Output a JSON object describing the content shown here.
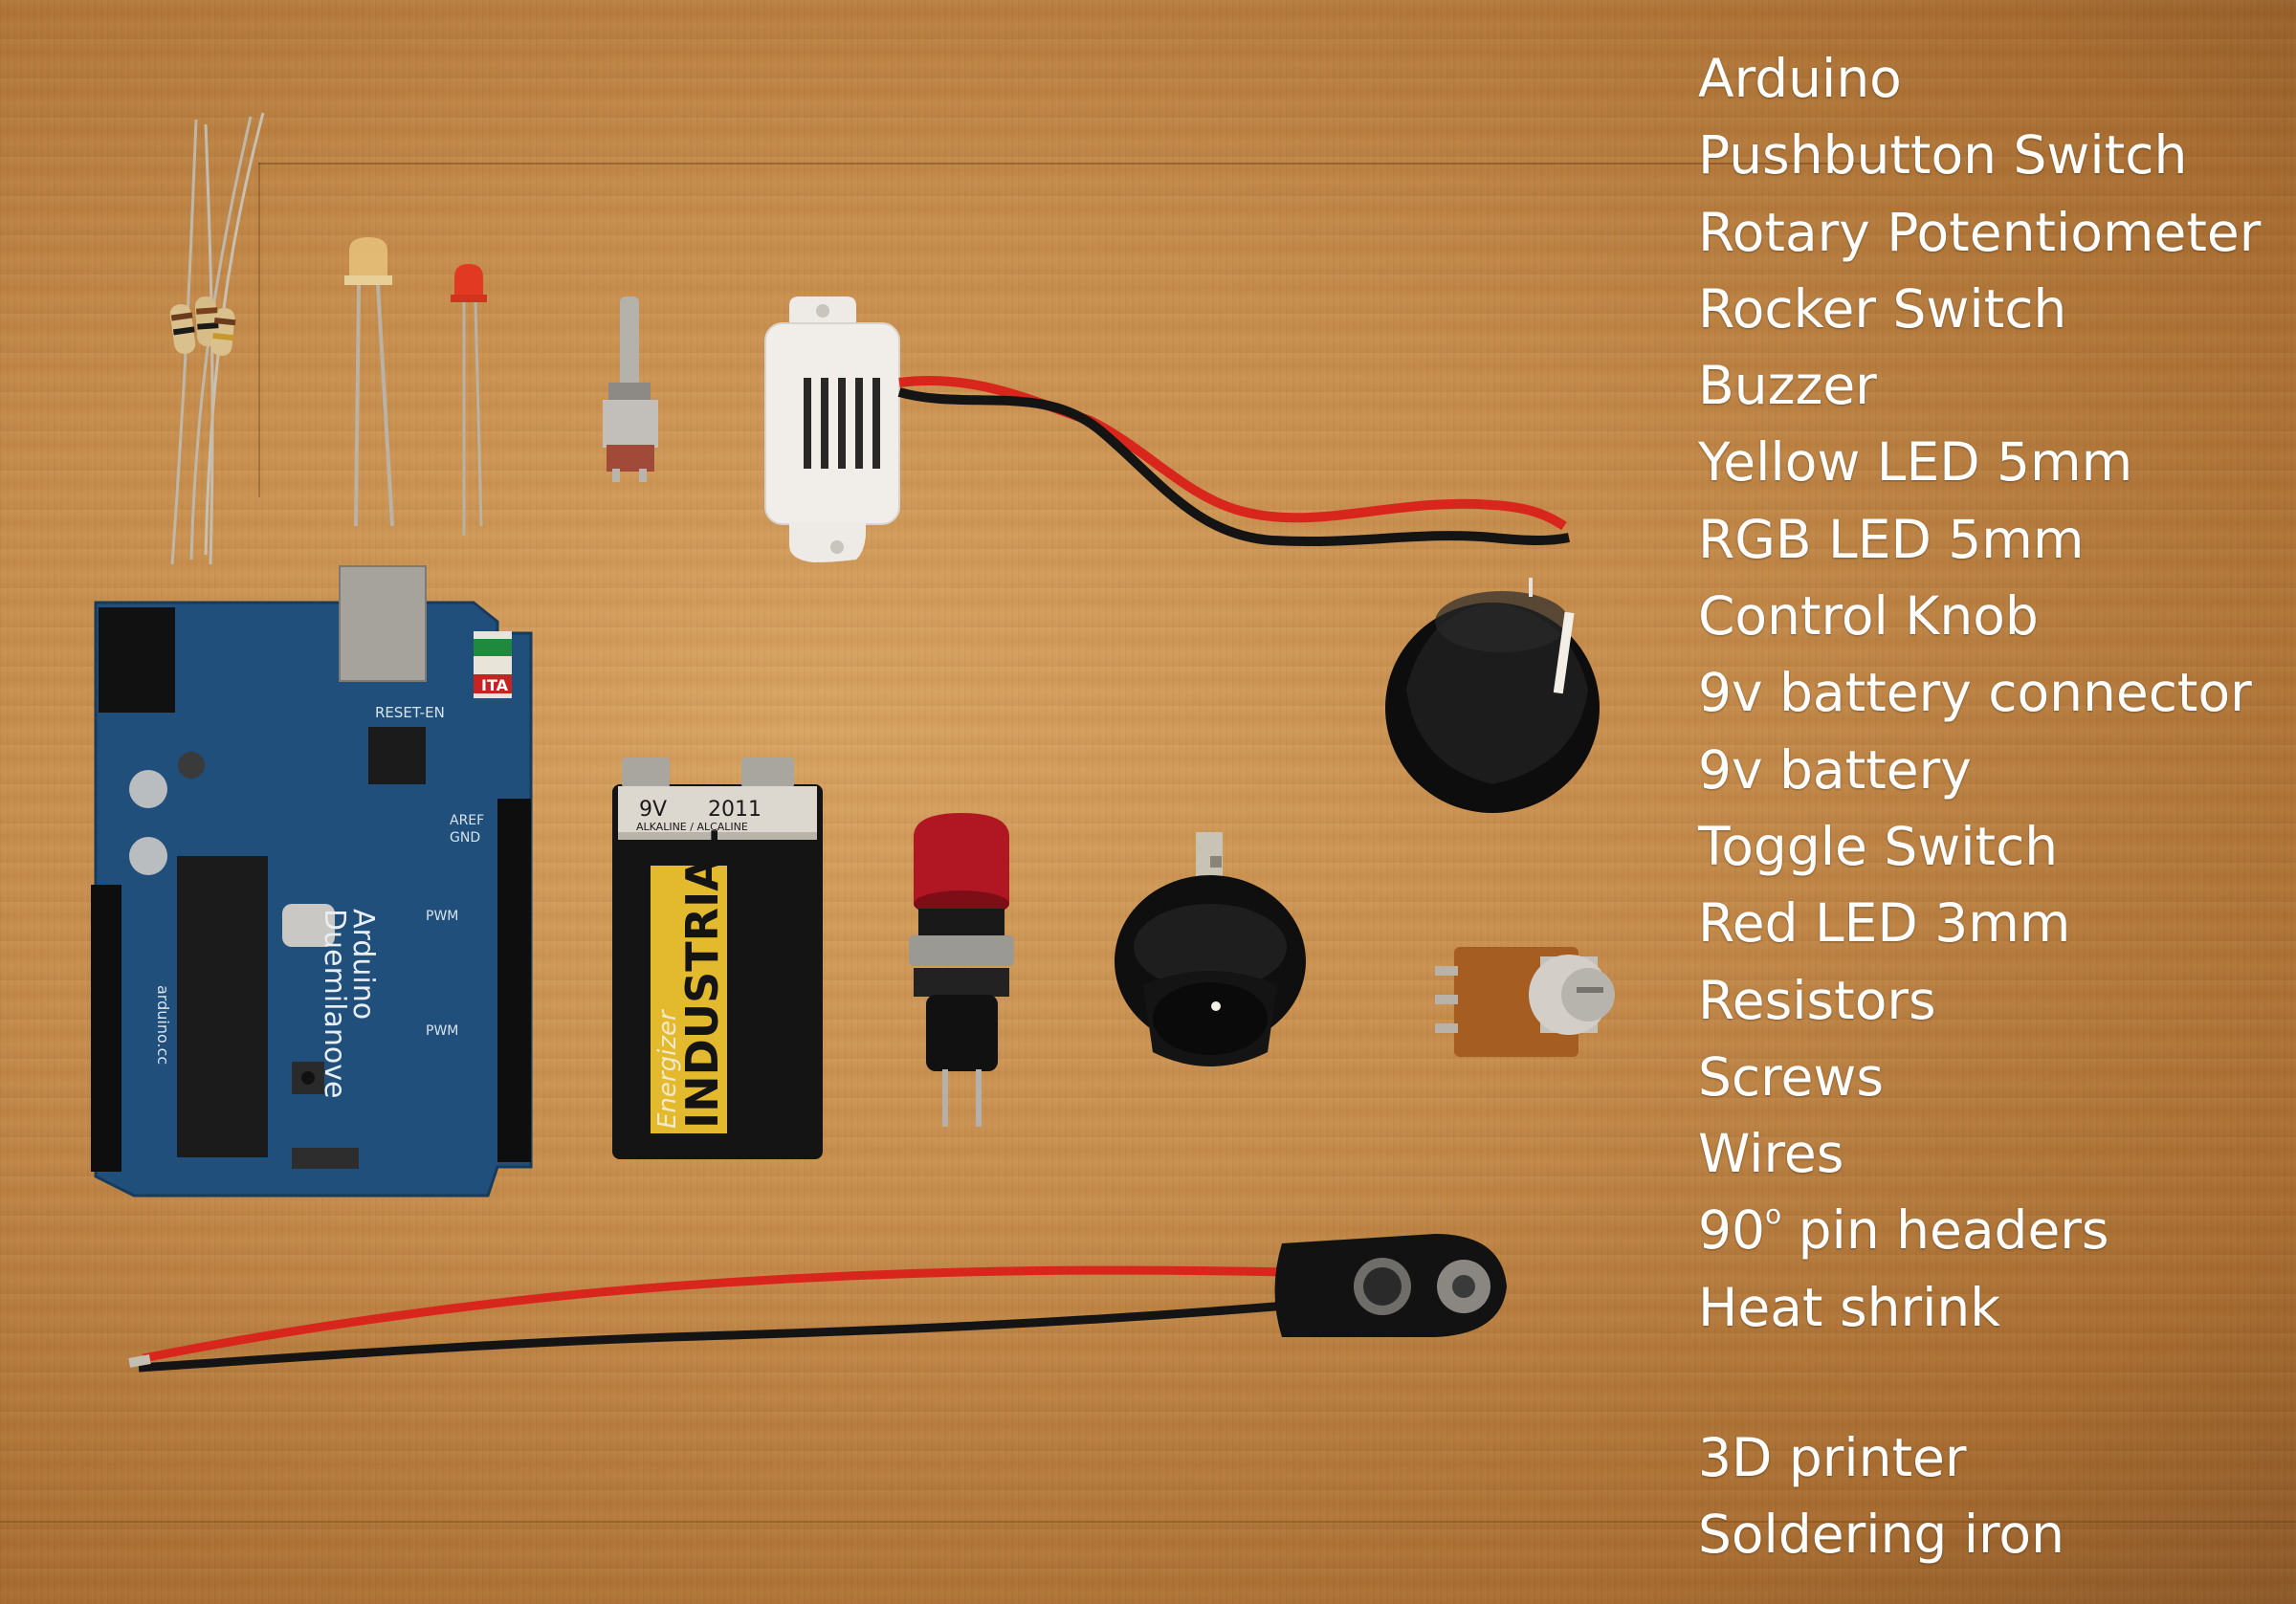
{
  "parts_list": [
    "Arduino",
    "Pushbutton Switch",
    "Rotary Potentiometer",
    "Rocker Switch",
    "Buzzer",
    "Yellow LED 5mm",
    "RGB LED 5mm",
    "Control Knob",
    "9v battery connector",
    "9v battery",
    "Toggle Switch",
    "Red LED 3mm",
    "Resistors",
    "Screws",
    "Wires"
  ],
  "pin_headers": {
    "number": "90",
    "degree_mark": "o",
    "text": " pin headers"
  },
  "last_item": "Heat shrink",
  "tools_list": [
    "3D printer",
    "Soldering iron"
  ],
  "arduino_board": {
    "name": "Arduino",
    "model": "Duemilanove",
    "reset_label": "RESET-EN",
    "aref": "AREF",
    "gnd": "GND",
    "made_in": "ITA",
    "site": "arduino.cc",
    "pwm": "PWM"
  },
  "battery": {
    "voltage": "9V",
    "year": "2011",
    "type": "ALKALINE / ALCALINE",
    "brand": "Energizer",
    "line": "INDUSTRIAL"
  },
  "colors": {
    "wood": "#c78d4c",
    "text": "#ffffff",
    "board": "#1f4f7a",
    "wire_red": "#d8261c",
    "wire_black": "#141414",
    "button_red": "#b01722"
  }
}
